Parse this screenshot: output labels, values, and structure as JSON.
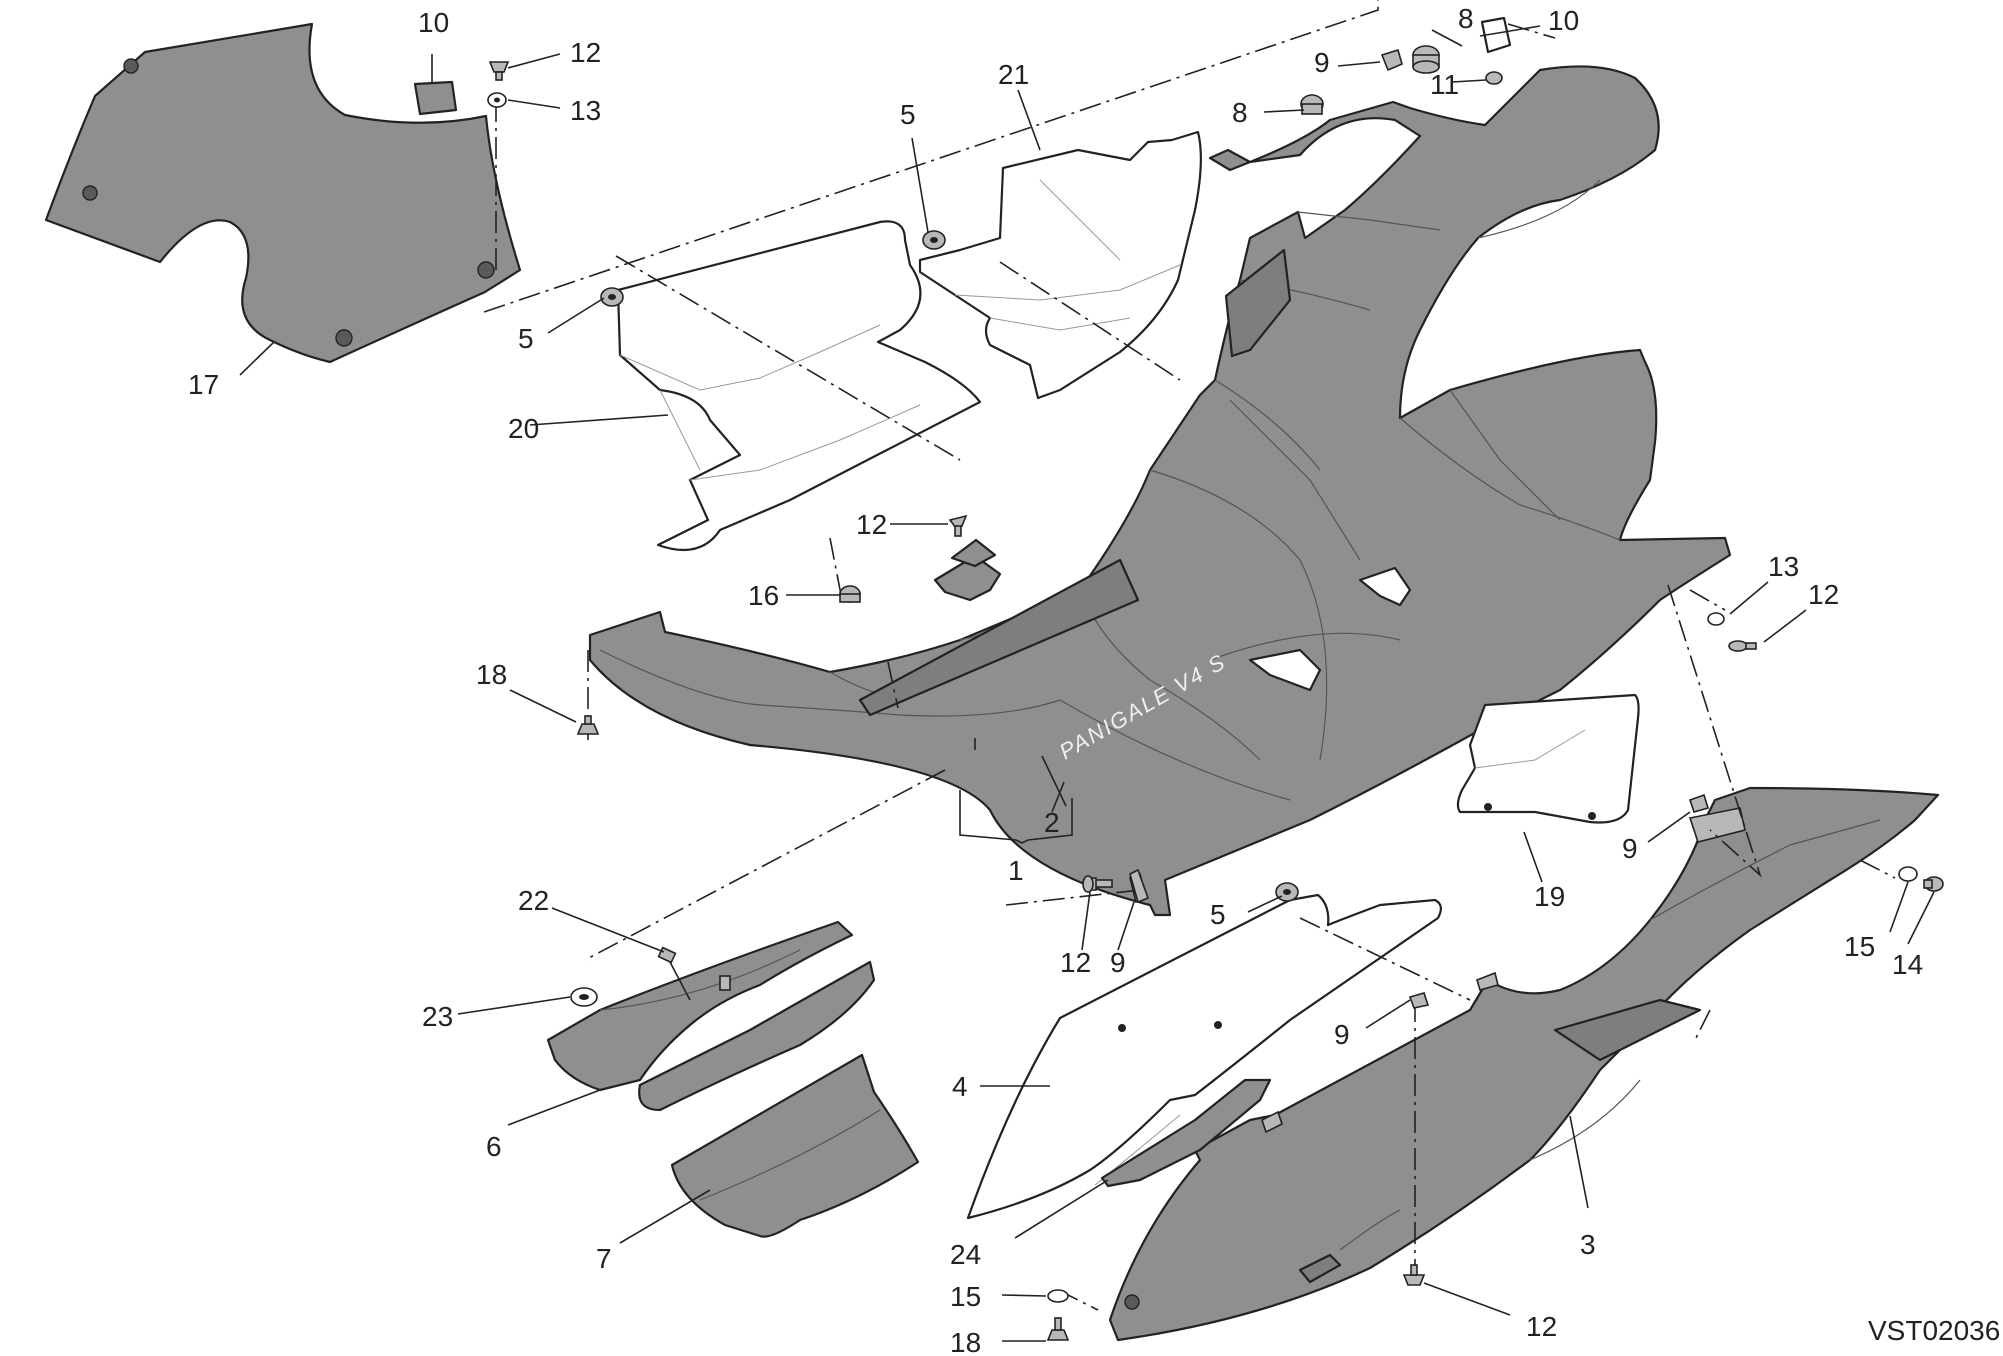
{
  "diagram": {
    "code": "VST02036",
    "brand_text": "PANIGALE V4 S",
    "labels": {
      "p1": "1",
      "p2": "2",
      "p3": "3",
      "p4": "4",
      "p5a": "5",
      "p5b": "5",
      "p5c": "5",
      "p6": "6",
      "p7": "7",
      "p8a": "8",
      "p8b": "8",
      "p9a": "9",
      "p9b": "9",
      "p9c": "9",
      "p9d": "9",
      "p10a": "10",
      "p10b": "10",
      "p11": "11",
      "p12a": "12",
      "p12b": "12",
      "p12c": "12",
      "p12d": "12",
      "p12e": "12",
      "p13a": "13",
      "p13b": "13",
      "p14": "14",
      "p15a": "15",
      "p15b": "15",
      "p16": "16",
      "p17": "17",
      "p18a": "18",
      "p18b": "18",
      "p19": "19",
      "p20": "20",
      "p21": "21",
      "p22": "22",
      "p23": "23",
      "p24": "24"
    }
  }
}
